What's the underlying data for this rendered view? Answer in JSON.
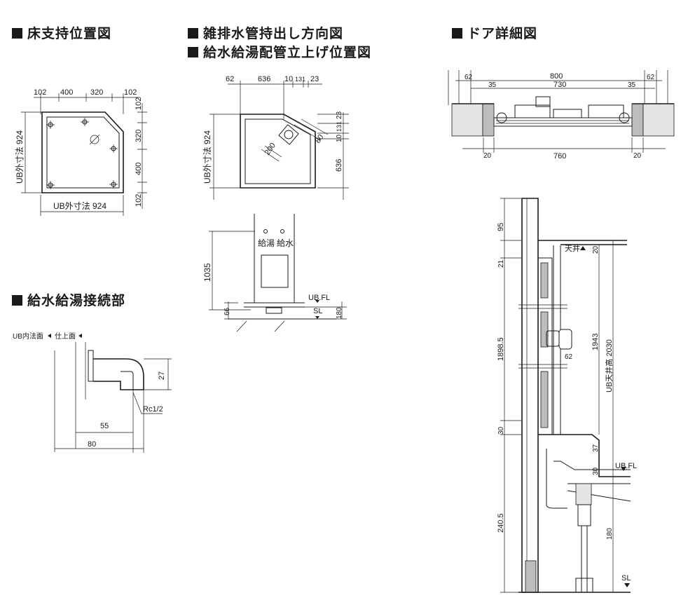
{
  "titles": {
    "floor_support": "床支持位置図",
    "drain": "雑排水管持出し方向図",
    "riser": "給水給湯配管立上げ位置図",
    "door": "ドア詳細図",
    "connection": "給水給湯接続部"
  },
  "floor_support": {
    "top_dims": [
      "102",
      "400",
      "320",
      "102"
    ],
    "right_dims": [
      "102",
      "320",
      "400",
      "102"
    ],
    "left_label": "UB外寸法 924",
    "bottom_label": "UB外寸法 924"
  },
  "drain": {
    "top_dims": [
      "62",
      "636",
      "10",
      "131",
      "23"
    ],
    "right_dims": [
      "23",
      "131",
      "10",
      "636"
    ],
    "left_label": "UB外寸法 924",
    "pipe_dia": "200",
    "pipe_small": "80"
  },
  "riser": {
    "hot": "給湯",
    "cold": "給水",
    "height": "1035",
    "ubfl": "UB.FL",
    "sl": "SL",
    "dim_66": "66",
    "dim_180": "180"
  },
  "connection": {
    "inner": "UB内法面",
    "finish": "仕上面",
    "dim_27": "27",
    "thread": "Rc1/2",
    "dim_55": "55",
    "dim_80": "80"
  },
  "door_plan": {
    "d62a": "62",
    "d800": "800",
    "d62b": "62",
    "d35a": "35",
    "d730": "730",
    "d35b": "35",
    "d20a": "20",
    "d760": "760",
    "d20b": "20"
  },
  "door_section": {
    "d95": "95",
    "tenjo": "天井",
    "d20": "20",
    "d21": "21",
    "d1898": "1898.5",
    "d1943": "1943",
    "ub_ceiling": "UB天井高 2030",
    "d62": "62",
    "d30a": "30",
    "d37": "37",
    "d30b": "30",
    "ubfl": "UB.FL",
    "d2405": "240.5",
    "d180": "180",
    "sl": "SL"
  }
}
